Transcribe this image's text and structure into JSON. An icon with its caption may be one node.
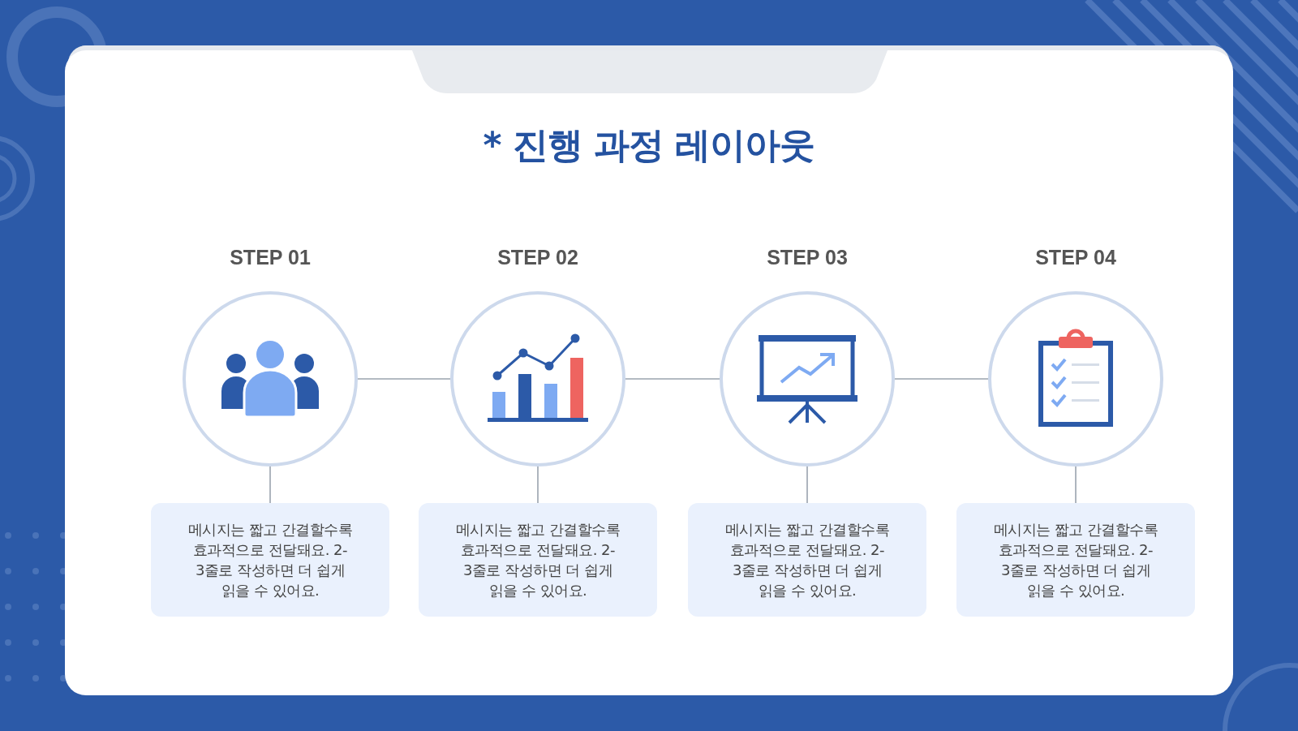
{
  "diagram": {
    "title": "* 진행 과정 레이아웃",
    "nodes": [
      {
        "text": [
          "STEP 01"
        ]
      },
      {
        "text": [
          "STEP 02"
        ]
      },
      {
        "text": [
          "STEP 03"
        ]
      },
      {
        "text": [
          "STEP 04"
        ]
      },
      {
        "text": [
          "메시지는 짧고 간결할수록 효과적으로 전달돼요. 2-3줄로 작성하면 더 쉽게 읽을 수 있어요."
        ]
      },
      {
        "text": [
          "메시지는 짧고 간결할수록 효과적으로 전달돼요. 2-3줄로 작성하면 더 쉽게 읽을 수 있어요."
        ]
      },
      {
        "text": [
          "메시지는 짧고 간결할수록 효과적으로 전달돼요. 2-3줄로 작성하면 더 쉽게 읽을 수 있어요."
        ]
      },
      {
        "text": [
          "메시지는 짧고 간결할수록 효과적으로 전달돼요. 2-3줄로 작성하면 더 쉽게 읽을 수 있어요."
        ]
      }
    ],
    "edges": [
      {
        "from": 0,
        "to": 1,
        "arrow": "none"
      },
      {
        "from": 1,
        "to": 2,
        "arrow": "none"
      },
      {
        "from": 2,
        "to": 3,
        "arrow": "none"
      },
      {
        "from": 0,
        "to": 4,
        "arrow": "none"
      },
      {
        "from": 1,
        "to": 5,
        "arrow": "none"
      },
      {
        "from": 2,
        "to": 6,
        "arrow": "none"
      },
      {
        "from": 3,
        "to": 7,
        "arrow": "none"
      }
    ]
  }
}
